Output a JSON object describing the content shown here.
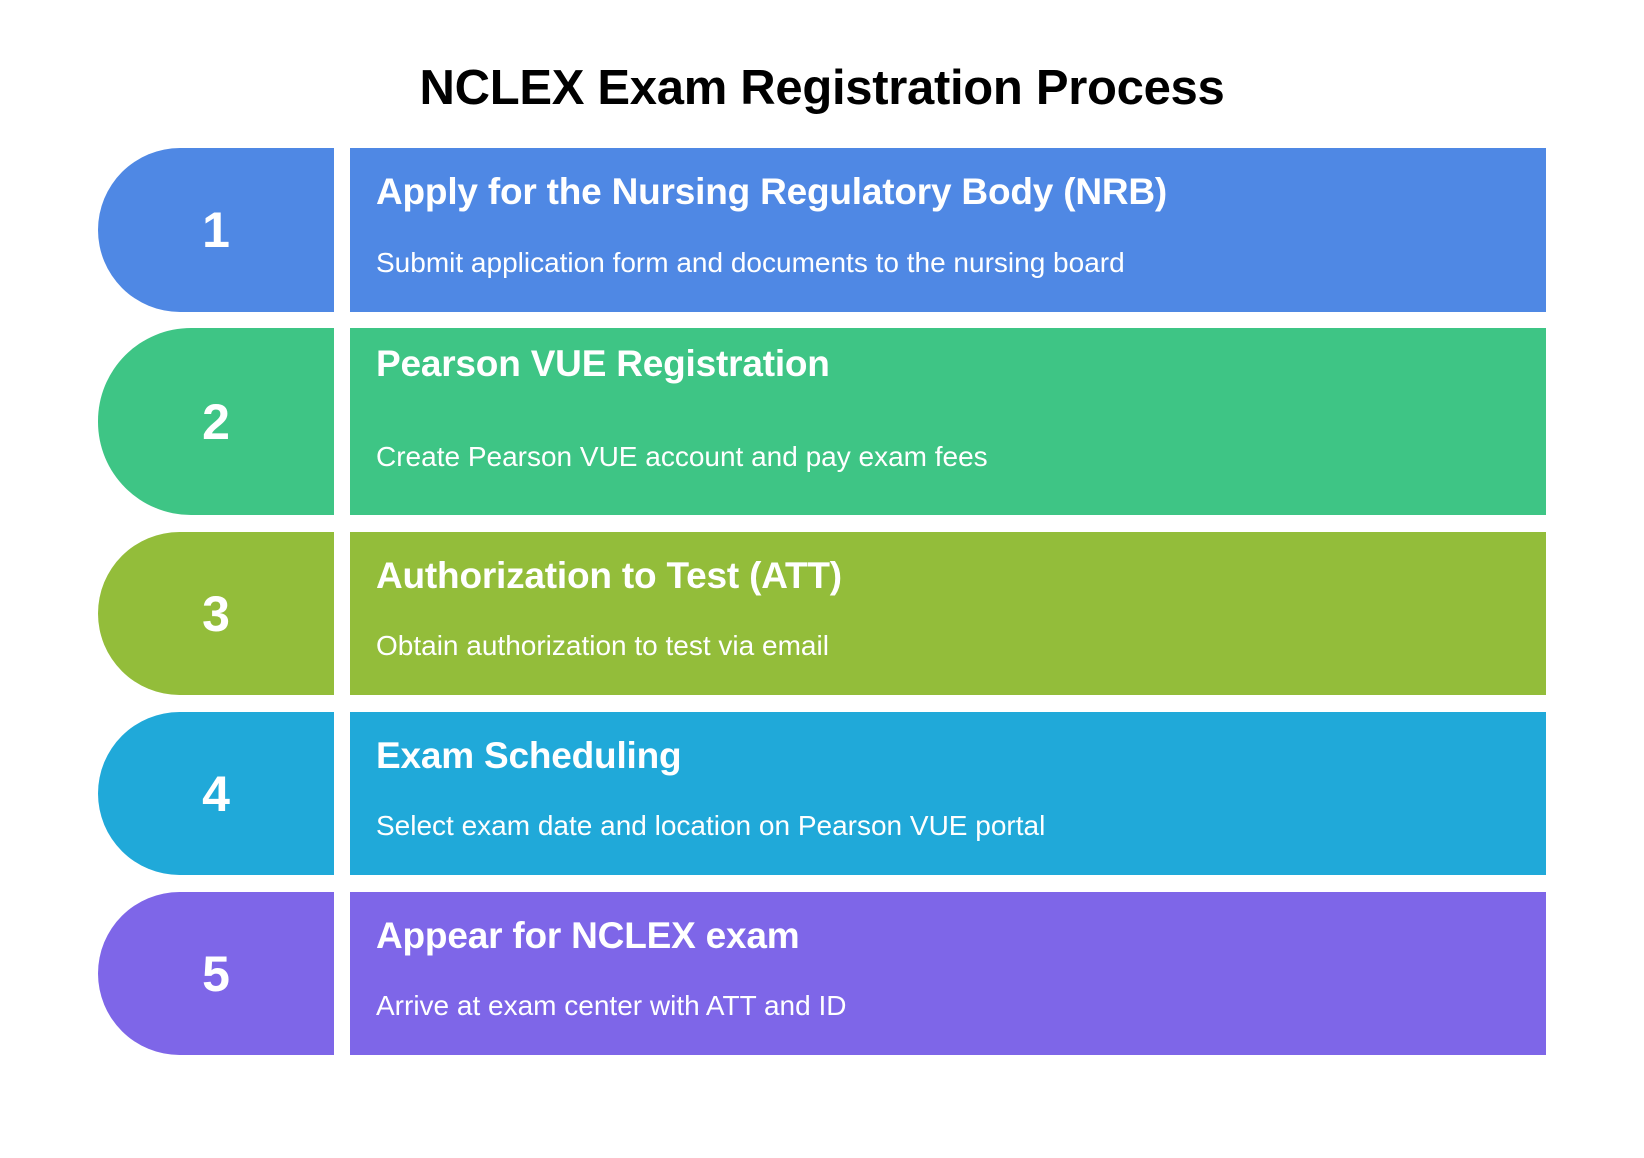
{
  "title": "NCLEX Exam Registration Process",
  "steps": [
    {
      "number": "1",
      "heading": "Apply for the Nursing Regulatory Body (NRB)",
      "description": "Submit application form and documents to the nursing board",
      "color": "#4F88E4"
    },
    {
      "number": "2",
      "heading": "Pearson VUE Registration",
      "description": "Create Pearson VUE account and pay exam fees",
      "color": "#3EC585"
    },
    {
      "number": "3",
      "heading": "Authorization to Test (ATT)",
      "description": "Obtain authorization to test via email",
      "color": "#93BD3A"
    },
    {
      "number": "4",
      "heading": "Exam Scheduling",
      "description": "Select exam date and location on Pearson VUE portal",
      "color": "#20A9D9"
    },
    {
      "number": "5",
      "heading": "Appear for NCLEX exam",
      "description": "Arrive at exam center with ATT and ID",
      "color": "#7E66E8"
    }
  ]
}
